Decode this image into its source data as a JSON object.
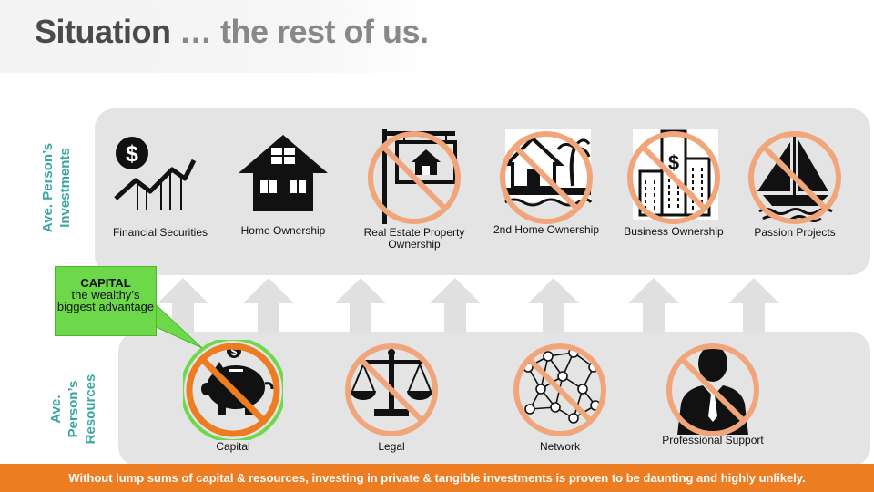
{
  "title": {
    "main": "Situation",
    "rest": " … the rest of us."
  },
  "side_labels": {
    "investments": [
      "Ave. Person’s",
      "Investments"
    ],
    "resources": [
      "Ave.",
      "Person’s",
      "Resources"
    ]
  },
  "investments": [
    {
      "label": "Financial Securities",
      "icon": "financial-chart-icon",
      "crossed": false
    },
    {
      "label": "Home Ownership",
      "icon": "house-icon",
      "crossed": false
    },
    {
      "label": "Real Estate Property Ownership",
      "icon": "property-sign-icon",
      "crossed": true
    },
    {
      "label": "2nd Home Ownership",
      "icon": "beach-house-icon",
      "crossed": true
    },
    {
      "label": "Business Ownership",
      "icon": "office-building-icon",
      "crossed": true
    },
    {
      "label": "Passion Projects",
      "icon": "sailboat-icon",
      "crossed": true
    }
  ],
  "resources": [
    {
      "label": "Capital",
      "icon": "piggy-bank-icon",
      "crossed": true
    },
    {
      "label": "Legal",
      "icon": "scales-icon",
      "crossed": true
    },
    {
      "label": "Network",
      "icon": "network-icon",
      "crossed": true
    },
    {
      "label": "Professional Support",
      "icon": "businessman-icon",
      "crossed": true
    }
  ],
  "callout": {
    "heading": "CAPITAL",
    "text": "the wealthy’s biggest advantage"
  },
  "footer": "Without lump sums of capital & resources, investing in private & tangible investments is proven to be daunting and highly unlikely.",
  "colors": {
    "accent_teal": "#3aa6a0",
    "prohibit_orange": "#f0a57a",
    "capital_orange": "#ed7d23",
    "callout_green": "#6cd84a",
    "footer_orange": "#ed7d23"
  }
}
